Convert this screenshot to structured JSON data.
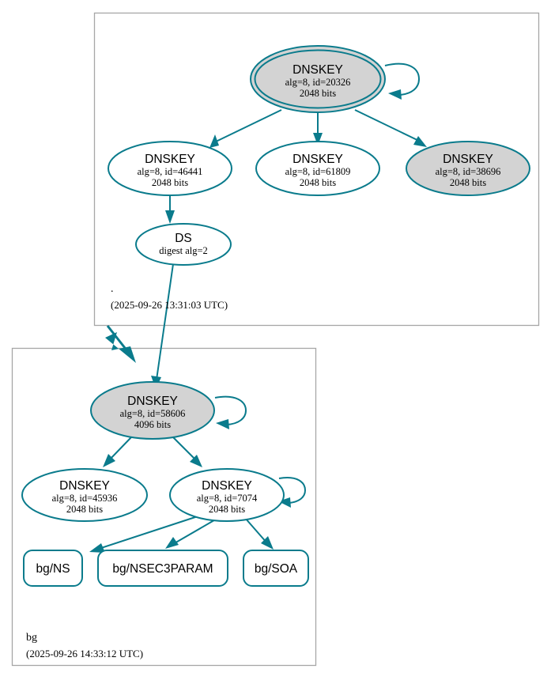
{
  "diagram": {
    "kind": "dnssec-chain-of-trust",
    "accent_color": "#0a7b8c",
    "secure_key_fill": "#d3d3d3",
    "plain_key_fill": "#ffffff",
    "zone_border_color": "#a6a6a6"
  },
  "zones": [
    {
      "id": "root",
      "name": ".",
      "timestamp": "(2025-09-26 13:31:03 UTC)",
      "nodes": [
        {
          "id": "root-ksk-20326",
          "type": "DNSKEY",
          "title": "DNSKEY",
          "line2": "alg=8, id=20326",
          "line3": "2048 bits",
          "alg": "8",
          "key_id": "20326",
          "key_size": "2048 bits",
          "shaded": true,
          "double_ring": true,
          "self_signed": true
        },
        {
          "id": "root-zsk-46441",
          "type": "DNSKEY",
          "title": "DNSKEY",
          "line2": "alg=8, id=46441",
          "line3": "2048 bits",
          "alg": "8",
          "key_id": "46441",
          "key_size": "2048 bits",
          "shaded": false,
          "double_ring": false,
          "self_signed": false
        },
        {
          "id": "root-zsk-61809",
          "type": "DNSKEY",
          "title": "DNSKEY",
          "line2": "alg=8, id=61809",
          "line3": "2048 bits",
          "alg": "8",
          "key_id": "61809",
          "key_size": "2048 bits",
          "shaded": false,
          "double_ring": false,
          "self_signed": false
        },
        {
          "id": "root-zsk-38696",
          "type": "DNSKEY",
          "title": "DNSKEY",
          "line2": "alg=8, id=38696",
          "line3": "2048 bits",
          "alg": "8",
          "key_id": "38696",
          "key_size": "2048 bits",
          "shaded": true,
          "double_ring": false,
          "self_signed": false
        },
        {
          "id": "root-ds",
          "type": "DS",
          "title": "DS",
          "line2": "digest alg=2",
          "line3": "",
          "shaded": false,
          "double_ring": false,
          "self_signed": false
        }
      ]
    },
    {
      "id": "bg",
      "name": "bg",
      "timestamp": "(2025-09-26 14:33:12 UTC)",
      "nodes": [
        {
          "id": "bg-ksk-58606",
          "type": "DNSKEY",
          "title": "DNSKEY",
          "line2": "alg=8, id=58606",
          "line3": "4096 bits",
          "alg": "8",
          "key_id": "58606",
          "key_size": "4096 bits",
          "shaded": true,
          "double_ring": false,
          "self_signed": true
        },
        {
          "id": "bg-zsk-45936",
          "type": "DNSKEY",
          "title": "DNSKEY",
          "line2": "alg=8, id=45936",
          "line3": "2048 bits",
          "alg": "8",
          "key_id": "45936",
          "key_size": "2048 bits",
          "shaded": false,
          "double_ring": false,
          "self_signed": false
        },
        {
          "id": "bg-zsk-7074",
          "type": "DNSKEY",
          "title": "DNSKEY",
          "line2": "alg=8, id=7074",
          "line3": "2048 bits",
          "alg": "8",
          "key_id": "7074",
          "key_size": "2048 bits",
          "shaded": false,
          "double_ring": false,
          "self_signed": true
        }
      ],
      "rrsets": [
        {
          "id": "rr-ns",
          "label": "bg/NS"
        },
        {
          "id": "rr-nsec3param",
          "label": "bg/NSEC3PARAM"
        },
        {
          "id": "rr-soa",
          "label": "bg/SOA"
        }
      ]
    }
  ],
  "edges": [
    {
      "from": "root-ksk-20326",
      "to": "root-ksk-20326",
      "kind": "self-sign"
    },
    {
      "from": "root-ksk-20326",
      "to": "root-zsk-46441",
      "kind": "sign"
    },
    {
      "from": "root-ksk-20326",
      "to": "root-zsk-61809",
      "kind": "sign"
    },
    {
      "from": "root-ksk-20326",
      "to": "root-zsk-38696",
      "kind": "sign"
    },
    {
      "from": "root-zsk-46441",
      "to": "root-ds",
      "kind": "sign"
    },
    {
      "from": "root-ds",
      "to": "bg-ksk-58606",
      "kind": "delegation"
    },
    {
      "from": "bg-ksk-58606",
      "to": "bg-ksk-58606",
      "kind": "self-sign"
    },
    {
      "from": "bg-ksk-58606",
      "to": "bg-zsk-45936",
      "kind": "sign"
    },
    {
      "from": "bg-ksk-58606",
      "to": "bg-zsk-7074",
      "kind": "sign"
    },
    {
      "from": "bg-zsk-7074",
      "to": "bg-zsk-7074",
      "kind": "self-sign"
    },
    {
      "from": "bg-zsk-7074",
      "to": "rr-ns",
      "kind": "sign"
    },
    {
      "from": "bg-zsk-7074",
      "to": "rr-nsec3param",
      "kind": "sign"
    },
    {
      "from": "bg-zsk-7074",
      "to": "rr-soa",
      "kind": "sign"
    }
  ]
}
